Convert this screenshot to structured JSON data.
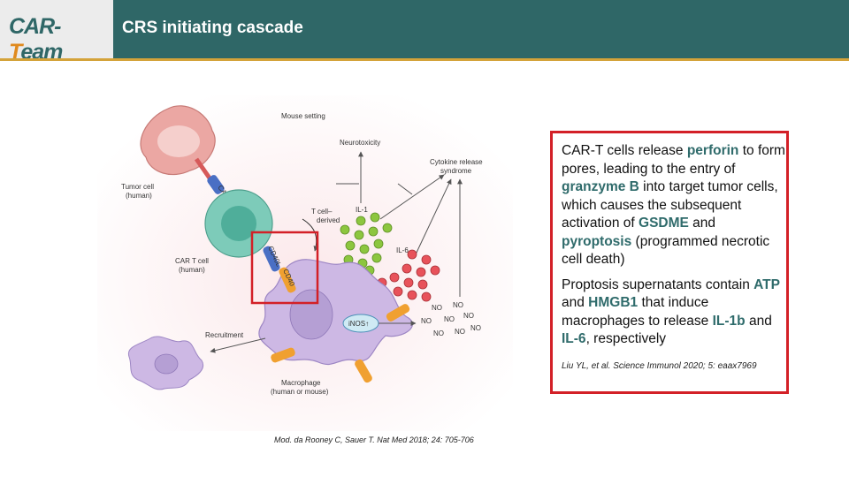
{
  "header": {
    "logo": {
      "part1": "CAR-",
      "part2": "T",
      "part3": "eam"
    },
    "title": "CRS initiating cascade"
  },
  "figure": {
    "labels": {
      "mouse_setting": "Mouse setting",
      "neurotoxicity": "Neurotoxicity",
      "crs_line1": "Cytokine release",
      "crs_line2": "syndrome",
      "tumor_cell_line1": "Tumor cell",
      "tumor_cell_line2": "(human)",
      "car_t_cell_line1": "CAR T cell",
      "car_t_cell_line2": "(human)",
      "car": "CAR",
      "t_cell_derived_line1": "T cell–",
      "t_cell_derived_line2": "derived",
      "il1": "IL-1",
      "il6": "IL-6",
      "cd40l": "CD40L",
      "cd40": "CD40",
      "inos": "iNOS↑",
      "no": "NO",
      "recruitment": "Recruitment",
      "macrophage_line1": "Macrophage",
      "macrophage_line2": "(human or mouse)"
    },
    "colors": {
      "tumor": "#e8a4a0",
      "car_t": "#6fc4b0",
      "macrophage": "#c8b4e0",
      "il1": "#8cc63f",
      "il6": "#e8525a",
      "cd40l": "#4a6fc4",
      "cd40": "#f0a030",
      "highlight": "#d32027"
    }
  },
  "citation_figure": "Mod. da Rooney C, Sauer T. Nat Med 2018; 24: 705-706",
  "text": {
    "p1": {
      "a": "CAR-T cells release ",
      "b": "perforin",
      "c": " to form pores, leading to the entry of ",
      "d": "granzyme B",
      "e": " into target tumor cells, which causes the subsequent activation of ",
      "f": "GSDME",
      "g": " and ",
      "h": "pyroptosis",
      "i": " (programmed necrotic cell death)"
    },
    "p2": {
      "a": "Proptosis supernatants contain ",
      "b": "ATP",
      "c": " and ",
      "d": "HMGB1",
      "e": " that induce macrophages to release ",
      "f": "IL-1b",
      "g": " and ",
      "h": "IL-6",
      "i": ", respectively"
    },
    "citation": "Liu YL, et al. Science Immunol 2020; 5: eaax7969"
  }
}
